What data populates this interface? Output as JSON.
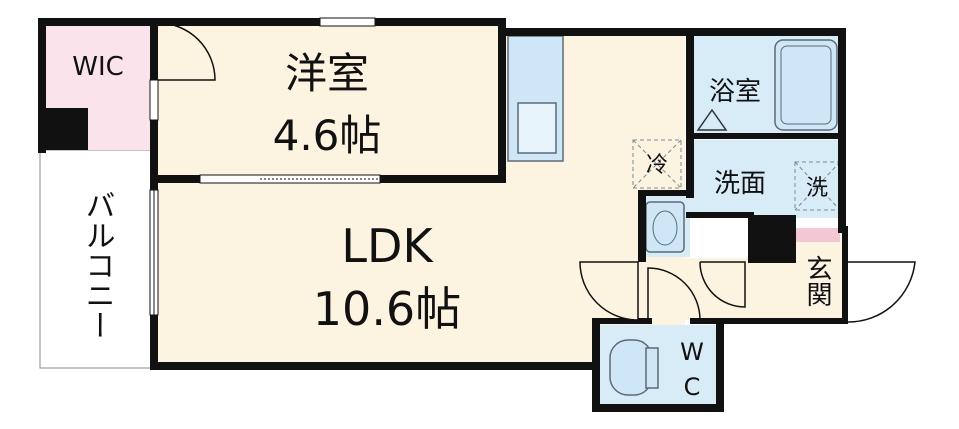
{
  "floorplan": {
    "colors": {
      "wall": "#111111",
      "ldk_floor": "#fdf3e1",
      "wic_floor": "#fbe3ec",
      "wet_floor": "#d8ecf8",
      "balcony": "#ffffff",
      "fixture": "#cfe6f6"
    },
    "rooms": {
      "wic": {
        "label": "WIC"
      },
      "western": {
        "name": "洋室",
        "size": "4.6帖"
      },
      "ldk": {
        "name": "LDK",
        "size": "10.6帖"
      },
      "bath": {
        "label": "浴室"
      },
      "washroom": {
        "label": "洗面"
      },
      "balcony": {
        "label": "バルコニー"
      },
      "entrance": {
        "label": "玄関"
      },
      "toilet": {
        "label_top": "W",
        "label_bottom": "C"
      }
    },
    "fixtures": {
      "fridge": {
        "label": "冷"
      },
      "washer": {
        "label": "洗"
      }
    }
  }
}
